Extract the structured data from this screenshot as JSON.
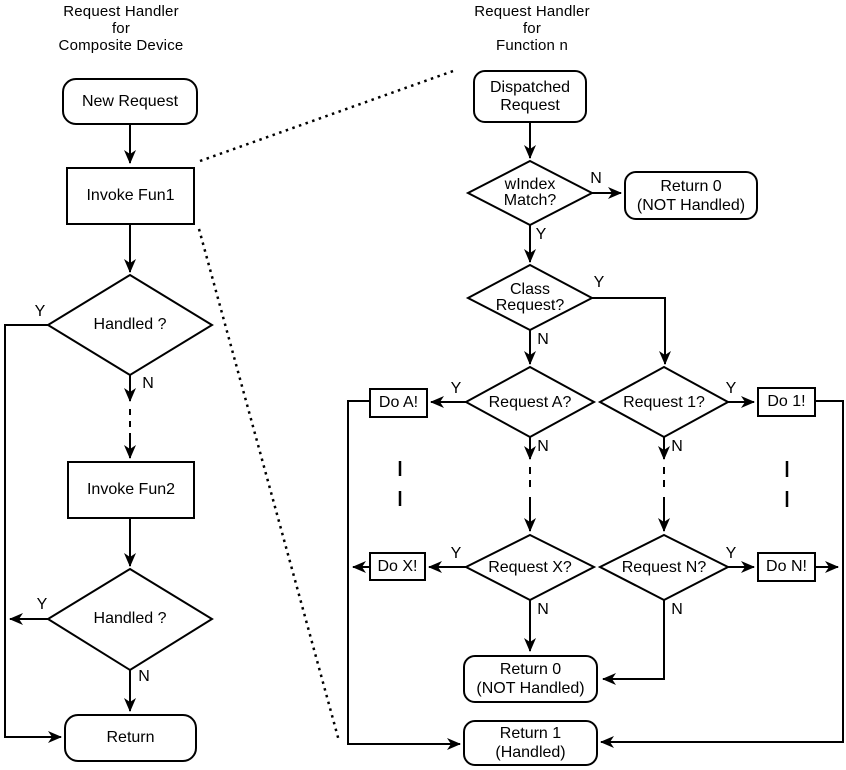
{
  "colors": {
    "line": "#000000",
    "background": "#ffffff"
  },
  "left_chart": {
    "title": "Request Handler\nfor\nComposite Device",
    "nodes": {
      "new_request": "New Request",
      "invoke_fun1": "Invoke Fun1",
      "handled_1": "Handled ?",
      "invoke_fun2": "Invoke Fun2",
      "handled_2": "Handled ?",
      "return": "Return"
    },
    "labels": {
      "handled1_yes": "Y",
      "handled1_no": "N",
      "handled2_yes": "Y",
      "handled2_no": "N"
    }
  },
  "right_chart": {
    "title": "Request Handler\nfor\nFunction n",
    "nodes": {
      "dispatched_request": "Dispatched\nRequest",
      "windex_match": "wIndex\nMatch?",
      "return0_top": "Return 0\n(NOT Handled)",
      "class_request": "Class\nRequest?",
      "request_a": "Request A?",
      "request_1": "Request 1?",
      "do_a": "Do A!",
      "do_1": "Do 1!",
      "request_x": "Request X?",
      "request_n": "Request N?",
      "do_x": "Do X!",
      "do_n": "Do N!",
      "return0_bottom": "Return 0\n(NOT Handled)",
      "return_1": "Return 1\n(Handled)"
    },
    "labels": {
      "windex_no": "N",
      "windex_yes": "Y",
      "class_yes": "Y",
      "class_no": "N",
      "request_a_yes": "Y",
      "request_a_no": "N",
      "request_1_yes": "Y",
      "request_1_no": "N",
      "request_x_yes": "Y",
      "request_x_no": "N",
      "request_n_yes": "Y",
      "request_n_no": "N"
    }
  }
}
